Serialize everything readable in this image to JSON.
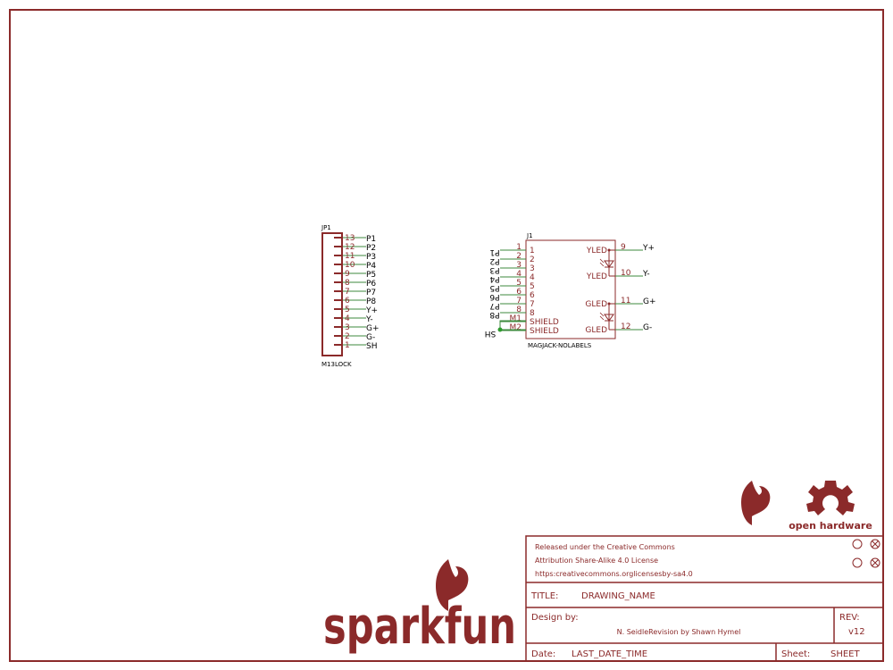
{
  "jp1": {
    "ref": "JP1",
    "value": "M13LOCK",
    "pins": [
      {
        "num": "13",
        "net": "P1"
      },
      {
        "num": "12",
        "net": "P2"
      },
      {
        "num": "11",
        "net": "P3"
      },
      {
        "num": "10",
        "net": "P4"
      },
      {
        "num": "9",
        "net": "P5"
      },
      {
        "num": "8",
        "net": "P6"
      },
      {
        "num": "7",
        "net": "P7"
      },
      {
        "num": "6",
        "net": "P8"
      },
      {
        "num": "5",
        "net": "Y+"
      },
      {
        "num": "4",
        "net": "Y-"
      },
      {
        "num": "3",
        "net": "G+"
      },
      {
        "num": "2",
        "net": "G-"
      },
      {
        "num": "1",
        "net": "SH"
      }
    ]
  },
  "j1": {
    "ref": "J1",
    "value": "MAGJACK-NOLABELS",
    "left_pins": [
      {
        "num": "1",
        "name": "1",
        "net": "P1"
      },
      {
        "num": "2",
        "name": "2",
        "net": "P2"
      },
      {
        "num": "3",
        "name": "3",
        "net": "P3"
      },
      {
        "num": "4",
        "name": "4",
        "net": "P4"
      },
      {
        "num": "5",
        "name": "5",
        "net": "P5"
      },
      {
        "num": "6",
        "name": "6",
        "net": "P6"
      },
      {
        "num": "7",
        "name": "7",
        "net": "P7"
      },
      {
        "num": "8",
        "name": "8",
        "net": "P8"
      },
      {
        "num": "M1",
        "name": "SHIELD",
        "net": ""
      },
      {
        "num": "M2",
        "name": "SHIELD",
        "net": ""
      }
    ],
    "shield_net": "SH",
    "right_pins": [
      {
        "num": "9",
        "name": "YLED",
        "net": "Y+"
      },
      {
        "num": "10",
        "name": "YLED",
        "net": "Y-"
      },
      {
        "num": "11",
        "name": "GLED",
        "net": "G+"
      },
      {
        "num": "12",
        "name": "GLED",
        "net": "G-"
      }
    ]
  },
  "title_block": {
    "license_line1": "Released under the Creative Commons",
    "license_line2": "Attribution Share-Alike 4.0 License",
    "license_line3": "https:creativecommons.orglicensesby-sa4.0",
    "title_label": "TITLE:",
    "title_value": "DRAWING_NAME",
    "design_label": "Design by:",
    "design_value": "N. SeidleRevision by Shawn Hymel",
    "rev_label": "REV:",
    "rev_value": "v12",
    "date_label": "Date:",
    "date_value": "LAST_DATE_TIME",
    "sheet_label": "Sheet:",
    "sheet_value": "SHEET"
  },
  "logos": {
    "sparkfun_text": "sparkfun",
    "oshw_text": "open hardware"
  },
  "colors": {
    "frame": "#8b2a2a",
    "wire": "#3c8a3c",
    "junction": "#2e9a2e",
    "net_label": "#000000"
  }
}
